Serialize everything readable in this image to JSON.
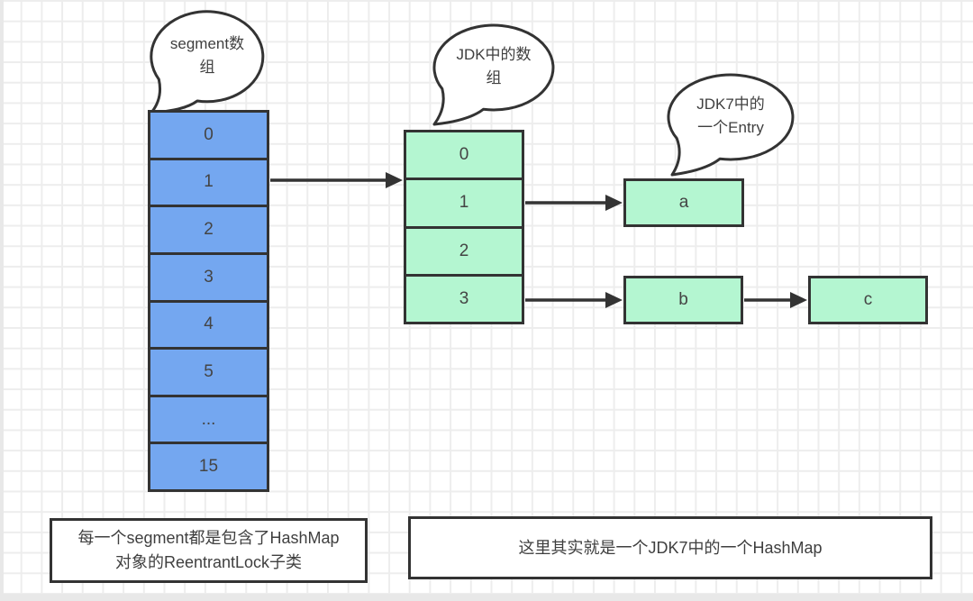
{
  "colors": {
    "segment_fill": "#74a7f0",
    "entry_fill": "#b4f6d1",
    "stroke": "#333333",
    "grid_line": "#ededed"
  },
  "bubbles": [
    {
      "line1": "segment数",
      "line2": "组"
    },
    {
      "line1": "JDK中的数",
      "line2": "组"
    },
    {
      "line1": "JDK7中的",
      "line2": "一个Entry"
    }
  ],
  "segment_array": {
    "cells": [
      "0",
      "1",
      "2",
      "3",
      "4",
      "5",
      "...",
      "15"
    ]
  },
  "jdk_array": {
    "cells": [
      "0",
      "1",
      "2",
      "3"
    ]
  },
  "entries": [
    "a",
    "b",
    "c"
  ],
  "notes": {
    "left_line1": "每一个segment都是包含了HashMap",
    "left_line2": "对象的ReentrantLock子类",
    "right": "这里其实就是一个JDK7中的一个HashMap"
  }
}
